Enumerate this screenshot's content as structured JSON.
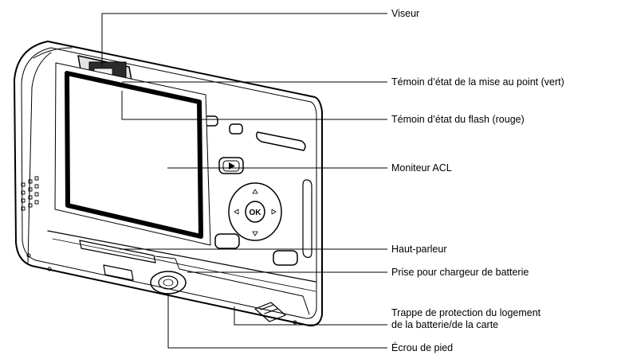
{
  "labels": [
    "Viseur",
    "Témoin d’état de la mise au point (vert)",
    "Témoin d’état du flash (rouge)",
    "Moniteur ACL",
    "Haut-parleur",
    "Prise pour chargeur de batterie",
    "Trappe de protection du logement",
    "de la batterie/de la carte",
    "Écrou de pied"
  ],
  "camera_buttons": {
    "ok": "OK",
    "play": "▶"
  }
}
